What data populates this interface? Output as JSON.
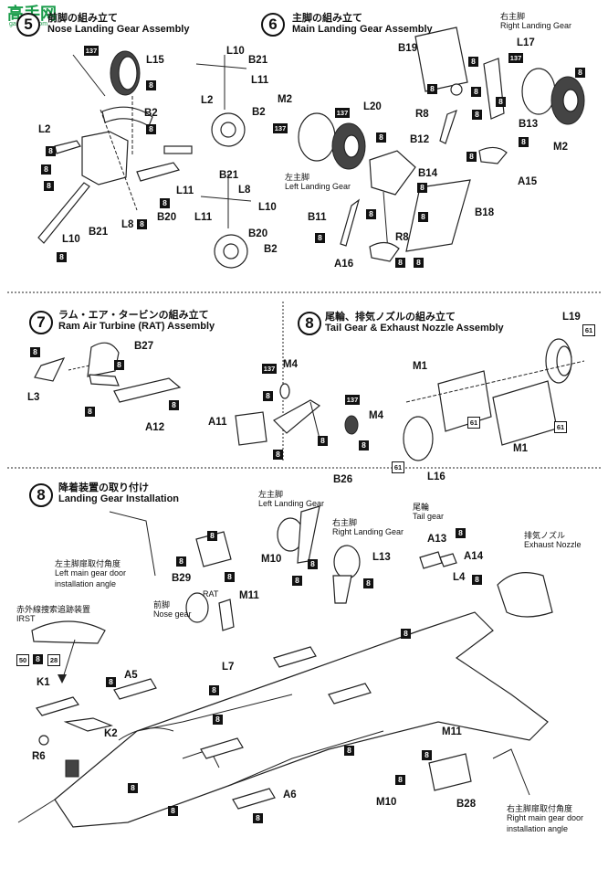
{
  "watermark": {
    "site_cn": "高手网",
    "site_url": "gaoshou.com"
  },
  "steps": [
    {
      "number": "5",
      "title_jp": "前脚の組み立て",
      "title_en": "Nose Landing Gear Assembly"
    },
    {
      "number": "6",
      "title_jp": "主脚の組み立て",
      "title_en": "Main Landing Gear Assembly"
    },
    {
      "number": "7",
      "title_jp": "ラム・エア・タービンの組み立て",
      "title_en": "Ram Air Turbine (RAT) Assembly"
    },
    {
      "number": "8",
      "title_jp": "尾輪、排気ノズルの組み立て",
      "title_en": "Tail Gear & Exhaust Nozzle Assembly"
    },
    {
      "number": "8",
      "title_jp": "降着装置の取り付け",
      "title_en": "Landing Gear Installation"
    }
  ],
  "annotations": {
    "right_gear_jp": "右主脚",
    "right_gear_en": "Right Landing Gear",
    "left_gear_jp": "左主脚",
    "left_gear_en": "Left Landing Gear",
    "left_door_jp": "左主脚扉取付角度",
    "left_door_en1": "Left main gear door",
    "left_door_en2": "installation angle",
    "right_door_jp": "右主脚扉取付角度",
    "right_door_en1": "Right main gear door",
    "right_door_en2": "installation angle",
    "irst_jp": "赤外線捜索追跡装置",
    "irst_en": "IRST",
    "nose_jp": "前脚",
    "nose_en": "Nose gear",
    "rat": "RAT",
    "tail_jp": "尾輪",
    "tail_en": "Tail gear",
    "exhaust_jp": "排気ノズル",
    "exhaust_en": "Exhaust Nozzle"
  },
  "parts": {
    "L15": "L15",
    "B2": "B2",
    "L2": "L2",
    "L11": "L11",
    "B20": "B20",
    "L8": "L8",
    "B21": "B21",
    "L10": "L10",
    "M2": "M2",
    "L20": "L20",
    "B19": "B19",
    "L17": "L17",
    "R8": "R8",
    "B13": "B13",
    "B12": "B12",
    "A15": "A15",
    "B14": "B14",
    "B11": "B11",
    "B18": "B18",
    "A16": "A16",
    "B27": "B27",
    "L3": "L3",
    "A12": "A12",
    "M4": "M4",
    "A11": "A11",
    "B26": "B26",
    "L19": "L19",
    "M1": "M1",
    "L16": "L16",
    "B29": "B29",
    "M10": "M10",
    "M11": "M11",
    "L13": "L13",
    "A13": "A13",
    "A14": "A14",
    "L4": "L4",
    "L7": "L7",
    "A5": "A5",
    "K1": "K1",
    "K2": "K2",
    "R6": "R6",
    "A6": "A6",
    "B28": "B28"
  },
  "codes": {
    "c8": "8",
    "c137": "137",
    "c61": "61",
    "c50": "50",
    "c28": "28"
  }
}
